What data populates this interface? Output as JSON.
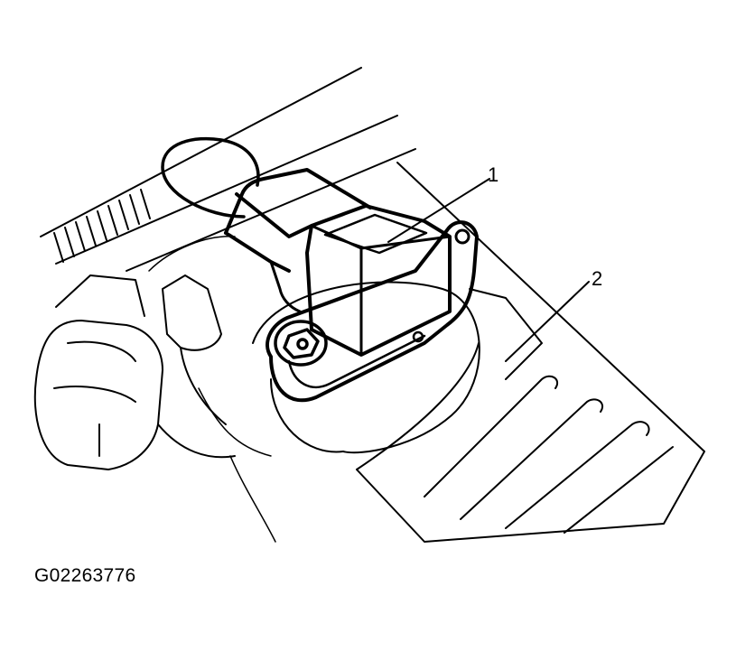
{
  "callouts": [
    {
      "id": "1",
      "label": "1"
    },
    {
      "id": "2",
      "label": "2"
    }
  ],
  "figure_id": "G02263776",
  "colors": {
    "ink": "#000000",
    "paper": "#ffffff"
  }
}
